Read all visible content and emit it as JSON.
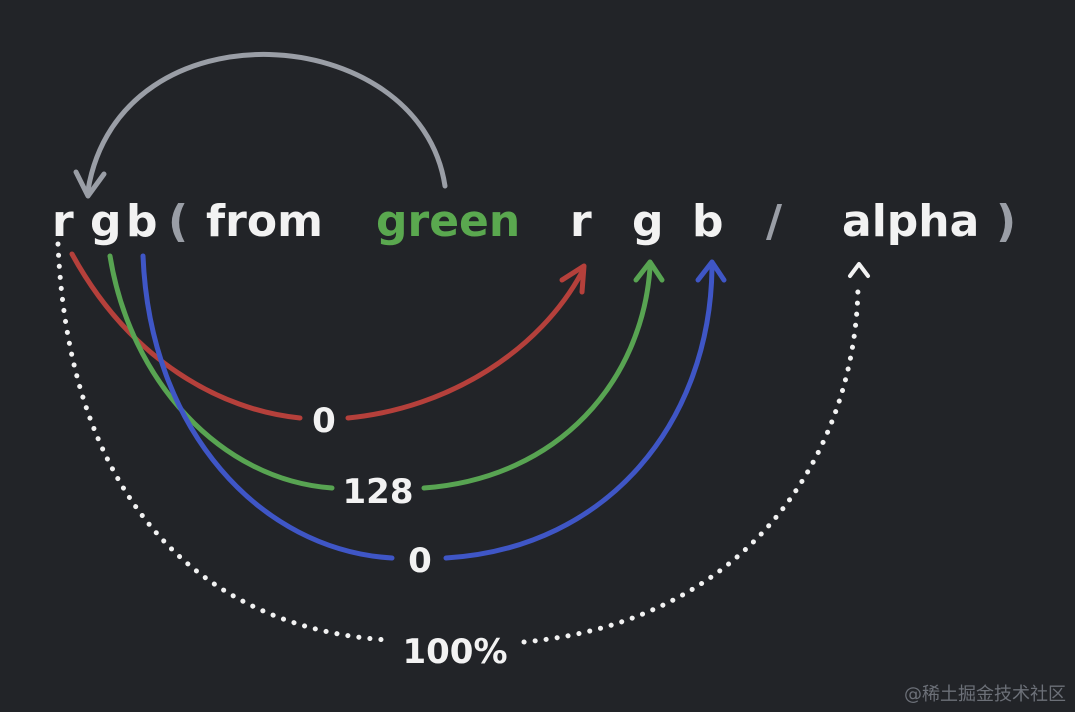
{
  "syntax": {
    "func": {
      "r": "r",
      "g": "g",
      "b": "b"
    },
    "open_paren": "(",
    "from_kw": "from",
    "origin_color": "green",
    "channels": {
      "r": "r",
      "g": "g",
      "b": "b"
    },
    "slash": "/",
    "alpha_kw": "alpha",
    "close_paren": ")"
  },
  "values": {
    "r": "0",
    "g": "128",
    "b": "0",
    "alpha": "100%"
  },
  "watermark": "@稀土掘金技术社区",
  "colors": {
    "background": "#222428",
    "text": "#f2f2f2",
    "muted": "#9a9ea6",
    "green_keyword": "#5aa84f",
    "red_arc": "#b5403b",
    "green_arc": "#58a452",
    "blue_arc": "#3f56c6",
    "alpha_arc": "#f2f2f2"
  }
}
